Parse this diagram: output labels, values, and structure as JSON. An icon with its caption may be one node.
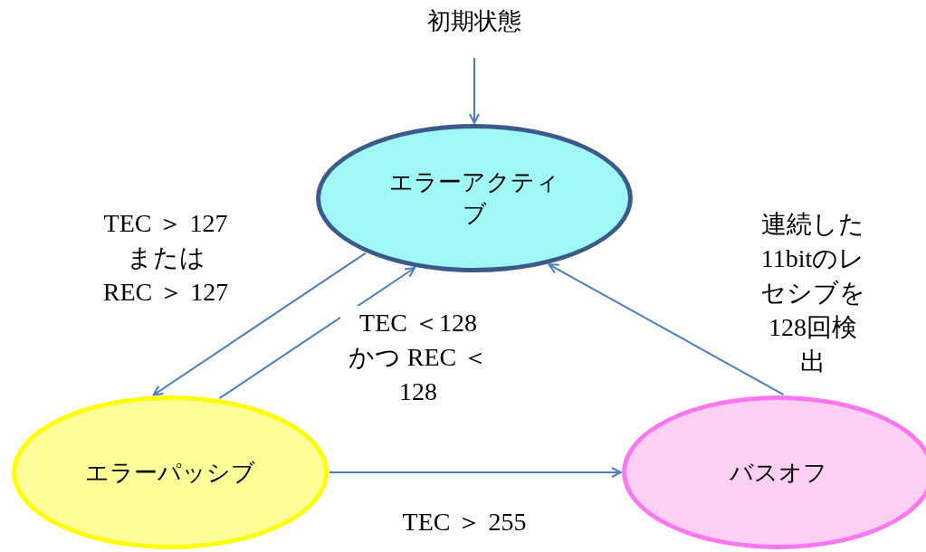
{
  "diagram": {
    "nodes": [
      {
        "text": [
          "初期状態"
        ]
      },
      {
        "text": [
          "エラーアクティブ"
        ]
      },
      {
        "text": [
          "エラーパッシブ"
        ]
      },
      {
        "text": [
          "バスオフ"
        ]
      }
    ],
    "edges": [
      {
        "from": 0,
        "to": 1,
        "arrow": "to"
      },
      {
        "from": 1,
        "to": 2,
        "arrow": "to",
        "label": "TEC ＞ 127 または REC ＞ 127"
      },
      {
        "from": 2,
        "to": 1,
        "arrow": "to",
        "label": "TEC ＜128 かつ REC ＜128"
      },
      {
        "from": 2,
        "to": 3,
        "arrow": "to",
        "label": "TEC ＞ 255"
      },
      {
        "from": 3,
        "to": 1,
        "arrow": "to",
        "label": "連続した11bitのレセシブを128回検出"
      }
    ]
  }
}
